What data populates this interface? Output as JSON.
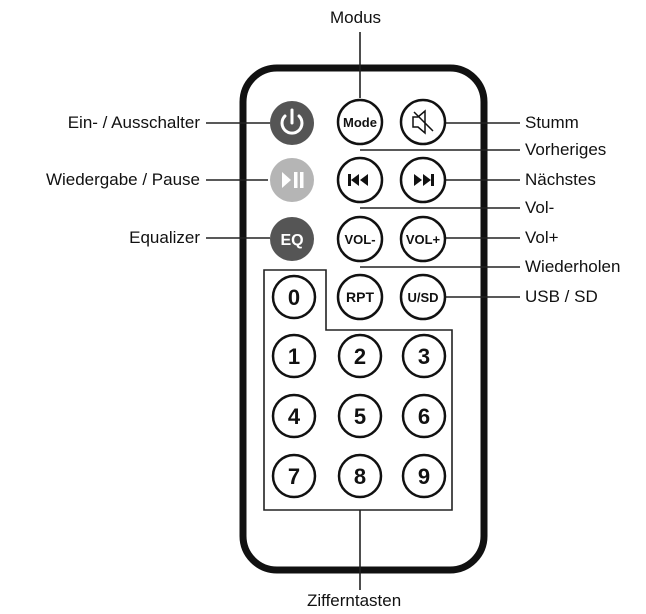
{
  "labels": {
    "modus": "Modus",
    "power": "Ein- / Ausschalter",
    "mute": "Stumm",
    "previous": "Vorheriges",
    "playpause": "Wiedergabe / Pause",
    "next": "Nächstes",
    "vol_minus": "Vol-",
    "equalizer": "Equalizer",
    "vol_plus": "Vol+",
    "repeat": "Wiederholen",
    "usb_sd": "USB / SD",
    "digits": "Zifferntasten"
  },
  "buttons": {
    "mode": "Mode",
    "eq": "EQ",
    "vol_minus": "VOL-",
    "vol_plus": "VOL+",
    "rpt": "RPT",
    "usd": "U/SD",
    "d0": "0",
    "d1": "1",
    "d2": "2",
    "d3": "3",
    "d4": "4",
    "d5": "5",
    "d6": "6",
    "d7": "7",
    "d8": "8",
    "d9": "9"
  },
  "icons": {
    "power": "power-icon",
    "mute": "speaker-mute-icon",
    "previous": "skip-previous-icon",
    "playpause": "play-pause-icon",
    "next": "skip-next-icon"
  },
  "colors": {
    "dark_button": "#555555",
    "light_button": "#b5b5b5",
    "outline": "#111111"
  }
}
